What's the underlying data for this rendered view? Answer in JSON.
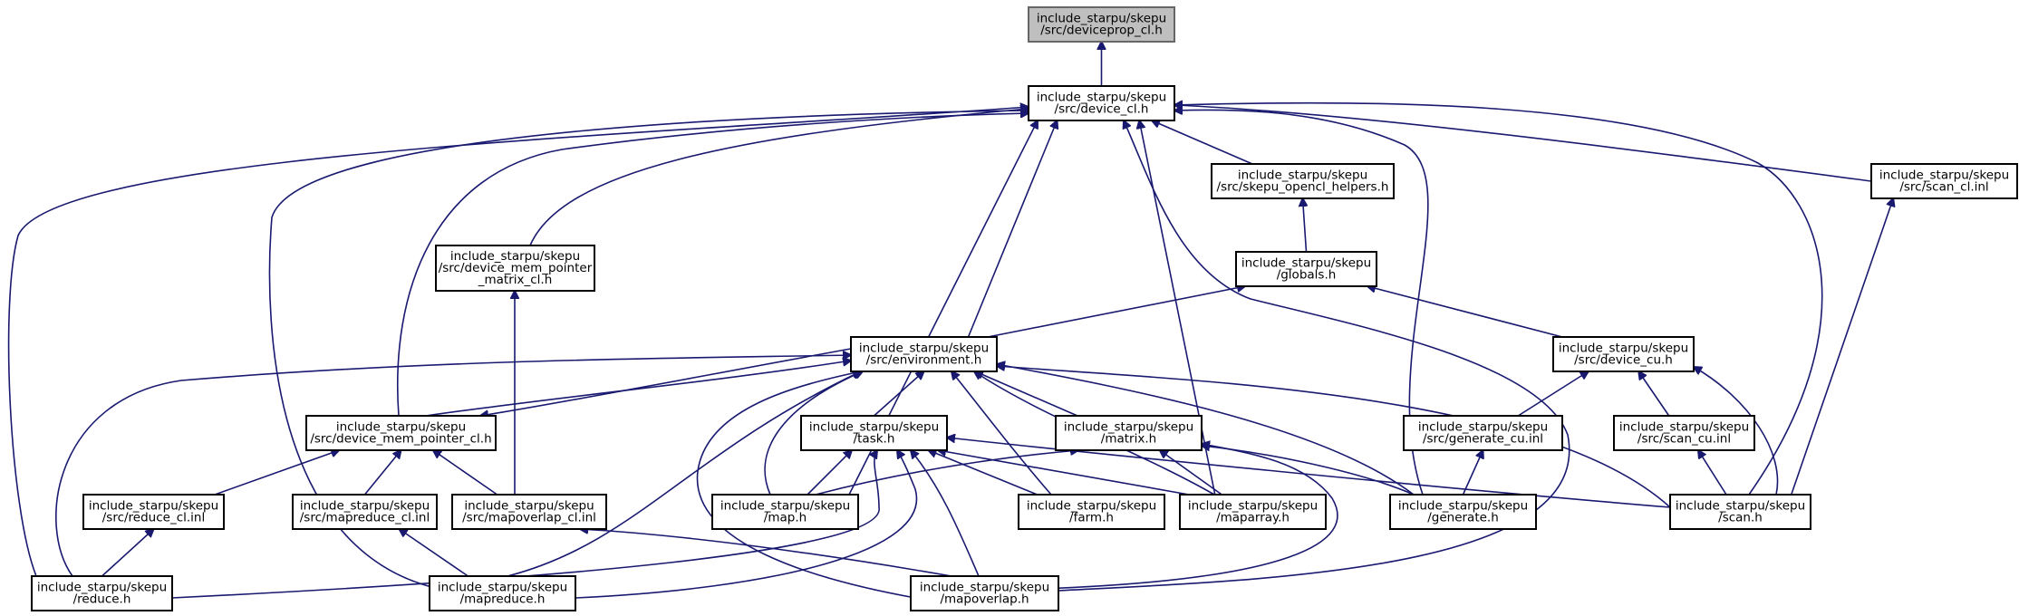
{
  "graph": {
    "nodes": [
      {
        "id": "deviceprop_cl",
        "lines": [
          "include_starpu/skepu",
          "/src/deviceprop_cl.h"
        ]
      },
      {
        "id": "device_cl",
        "lines": [
          "include_starpu/skepu",
          "/src/device_cl.h"
        ]
      },
      {
        "id": "skepu_opencl_helpers",
        "lines": [
          "include_starpu/skepu",
          "/src/skepu_opencl_helpers.h"
        ]
      },
      {
        "id": "scan_cl",
        "lines": [
          "include_starpu/skepu",
          "/src/scan_cl.inl"
        ]
      },
      {
        "id": "device_mem_pointer_matrix_cl",
        "lines": [
          "include_starpu/skepu",
          "/src/device_mem_pointer",
          "_matrix_cl.h"
        ]
      },
      {
        "id": "globals",
        "lines": [
          "include_starpu/skepu",
          "/globals.h"
        ]
      },
      {
        "id": "environment",
        "lines": [
          "include_starpu/skepu",
          "/src/environment.h"
        ]
      },
      {
        "id": "device_cu",
        "lines": [
          "include_starpu/skepu",
          "/src/device_cu.h"
        ]
      },
      {
        "id": "device_mem_pointer_cl",
        "lines": [
          "include_starpu/skepu",
          "/src/device_mem_pointer_cl.h"
        ]
      },
      {
        "id": "task",
        "lines": [
          "include_starpu/skepu",
          "/task.h"
        ]
      },
      {
        "id": "matrix",
        "lines": [
          "include_starpu/skepu",
          "/matrix.h"
        ]
      },
      {
        "id": "generate_cu",
        "lines": [
          "include_starpu/skepu",
          "/src/generate_cu.inl"
        ]
      },
      {
        "id": "scan_cu",
        "lines": [
          "include_starpu/skepu",
          "/src/scan_cu.inl"
        ]
      },
      {
        "id": "reduce_cl",
        "lines": [
          "include_starpu/skepu",
          "/src/reduce_cl.inl"
        ]
      },
      {
        "id": "mapreduce_cl",
        "lines": [
          "include_starpu/skepu",
          "/src/mapreduce_cl.inl"
        ]
      },
      {
        "id": "mapoverlap_cl",
        "lines": [
          "include_starpu/skepu",
          "/src/mapoverlap_cl.inl"
        ]
      },
      {
        "id": "map",
        "lines": [
          "include_starpu/skepu",
          "/map.h"
        ]
      },
      {
        "id": "farm",
        "lines": [
          "include_starpu/skepu",
          "/farm.h"
        ]
      },
      {
        "id": "maparray",
        "lines": [
          "include_starpu/skepu",
          "/maparray.h"
        ]
      },
      {
        "id": "generate",
        "lines": [
          "include_starpu/skepu",
          "/generate.h"
        ]
      },
      {
        "id": "scan",
        "lines": [
          "include_starpu/skepu",
          "/scan.h"
        ]
      },
      {
        "id": "reduce",
        "lines": [
          "include_starpu/skepu",
          "/reduce.h"
        ]
      },
      {
        "id": "mapreduce",
        "lines": [
          "include_starpu/skepu",
          "/mapreduce.h"
        ]
      },
      {
        "id": "mapoverlap",
        "lines": [
          "include_starpu/skepu",
          "/mapoverlap.h"
        ]
      }
    ],
    "edges": [
      {
        "from": "device_cl",
        "to": "deviceprop_cl"
      },
      {
        "from": "skepu_opencl_helpers",
        "to": "device_cl"
      },
      {
        "from": "scan_cl",
        "to": "device_cl"
      },
      {
        "from": "device_mem_pointer_matrix_cl",
        "to": "device_cl"
      },
      {
        "from": "environment",
        "to": "device_cl"
      },
      {
        "from": "device_mem_pointer_cl",
        "to": "device_cl"
      },
      {
        "from": "reduce",
        "to": "device_cl"
      },
      {
        "from": "mapreduce",
        "to": "device_cl"
      },
      {
        "from": "map",
        "to": "device_cl"
      },
      {
        "from": "maparray",
        "to": "device_cl"
      },
      {
        "from": "mapoverlap",
        "to": "device_cl"
      },
      {
        "from": "generate",
        "to": "device_cl"
      },
      {
        "from": "scan",
        "to": "device_cl"
      },
      {
        "from": "globals",
        "to": "skepu_opencl_helpers"
      },
      {
        "from": "environment",
        "to": "globals"
      },
      {
        "from": "device_cu",
        "to": "globals"
      },
      {
        "from": "generate_cu",
        "to": "device_cu"
      },
      {
        "from": "scan_cu",
        "to": "device_cu"
      },
      {
        "from": "scan",
        "to": "device_cu"
      },
      {
        "from": "generate",
        "to": "generate_cu"
      },
      {
        "from": "scan",
        "to": "scan_cu"
      },
      {
        "from": "scan",
        "to": "scan_cl"
      },
      {
        "from": "mapoverlap_cl",
        "to": "device_mem_pointer_matrix_cl"
      },
      {
        "from": "device_mem_pointer_cl",
        "to": "environment"
      },
      {
        "from": "environment",
        "to": "device_mem_pointer_cl"
      },
      {
        "from": "task",
        "to": "environment"
      },
      {
        "from": "matrix",
        "to": "environment"
      },
      {
        "from": "map",
        "to": "environment"
      },
      {
        "from": "farm",
        "to": "environment"
      },
      {
        "from": "maparray",
        "to": "environment"
      },
      {
        "from": "generate",
        "to": "environment"
      },
      {
        "from": "scan",
        "to": "environment"
      },
      {
        "from": "reduce",
        "to": "environment"
      },
      {
        "from": "mapreduce",
        "to": "environment"
      },
      {
        "from": "mapoverlap",
        "to": "environment"
      },
      {
        "from": "reduce_cl",
        "to": "device_mem_pointer_cl"
      },
      {
        "from": "mapreduce_cl",
        "to": "device_mem_pointer_cl"
      },
      {
        "from": "mapoverlap_cl",
        "to": "device_mem_pointer_cl"
      },
      {
        "from": "reduce",
        "to": "reduce_cl"
      },
      {
        "from": "mapreduce",
        "to": "mapreduce_cl"
      },
      {
        "from": "mapoverlap",
        "to": "mapoverlap_cl"
      },
      {
        "from": "map",
        "to": "task"
      },
      {
        "from": "farm",
        "to": "task"
      },
      {
        "from": "maparray",
        "to": "task"
      },
      {
        "from": "scan",
        "to": "task"
      },
      {
        "from": "reduce",
        "to": "task"
      },
      {
        "from": "mapreduce",
        "to": "task"
      },
      {
        "from": "mapoverlap",
        "to": "task"
      },
      {
        "from": "map",
        "to": "matrix"
      },
      {
        "from": "maparray",
        "to": "matrix"
      },
      {
        "from": "generate",
        "to": "matrix"
      },
      {
        "from": "mapoverlap",
        "to": "matrix"
      }
    ]
  }
}
